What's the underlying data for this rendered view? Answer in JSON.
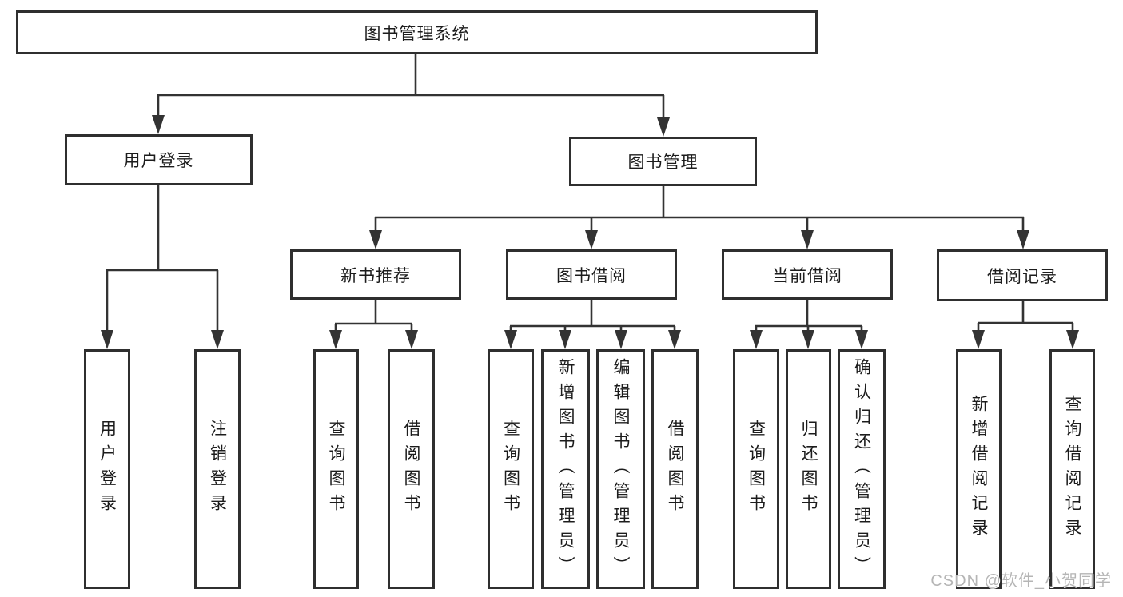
{
  "diagram": {
    "root": "图书管理系统",
    "level2": [
      {
        "label": "用户登录"
      },
      {
        "label": "图书管理"
      }
    ],
    "level3": [
      {
        "label": "新书推荐"
      },
      {
        "label": "图书借阅"
      },
      {
        "label": "当前借阅"
      },
      {
        "label": "借阅记录"
      }
    ],
    "leaves": {
      "login": [
        "用户登录",
        "注销登录"
      ],
      "recommend": [
        "查询图书",
        "借阅图书"
      ],
      "borrow": [
        "查询图书",
        "新增图书（管理员）",
        "编辑图书（管理员）",
        "借阅图书"
      ],
      "current": [
        "查询图书",
        "归还图书",
        "确认归还（管理员）"
      ],
      "records": [
        "新增借阅记录",
        "查询借阅记录"
      ]
    }
  },
  "watermark": "CSDN @软件_小贺同学",
  "colors": {
    "line": "#333333",
    "box_border": "#2f2f2f",
    "text": "#1c1c1c",
    "watermark": "#b5b5b5",
    "background": "#ffffff"
  }
}
